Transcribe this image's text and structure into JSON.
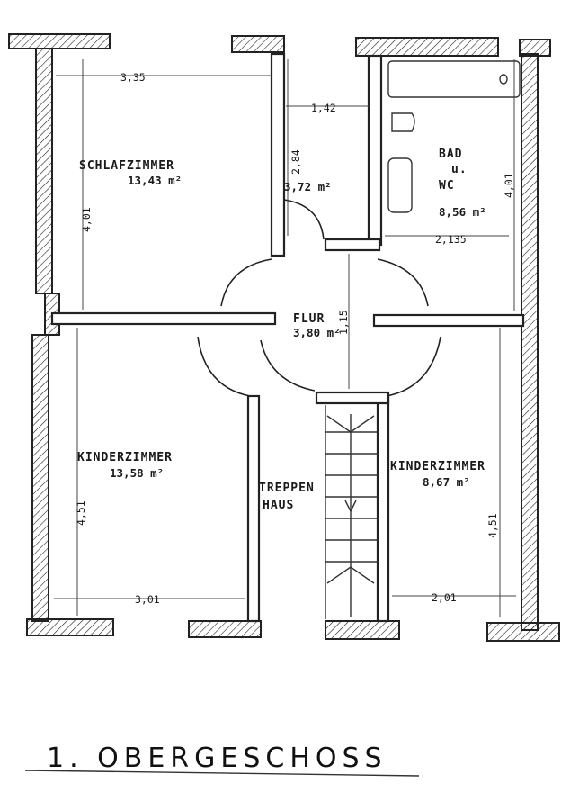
{
  "title": "1. OBERGESCHOSS",
  "rooms": {
    "schlafzimmer": {
      "name": "SCHLAFZIMMER",
      "area": "13,43 m²",
      "width": "3,35",
      "depth": "4,01"
    },
    "flur_top": {
      "area": "3,72 m²",
      "width": "1,42",
      "depth": "2,84"
    },
    "bad": {
      "name_1": "BAD",
      "name_2": "u.",
      "name_3": "WC",
      "area": "8,56 m²",
      "width": "2,135",
      "depth": "4,01"
    },
    "flur": {
      "name": "FLUR",
      "area": "3,80 m²",
      "depth": "1,15"
    },
    "kinder_left": {
      "name": "KINDERZIMMER",
      "area": "13,58 m²",
      "width": "3,01",
      "depth": "4,51"
    },
    "treppenhaus": {
      "name_1": "TREPPEN",
      "name_2": "HAUS"
    },
    "kinder_right": {
      "name": "KINDERZIMMER",
      "area": "8,67 m²",
      "width": "2,01",
      "depth": "4,51"
    }
  }
}
